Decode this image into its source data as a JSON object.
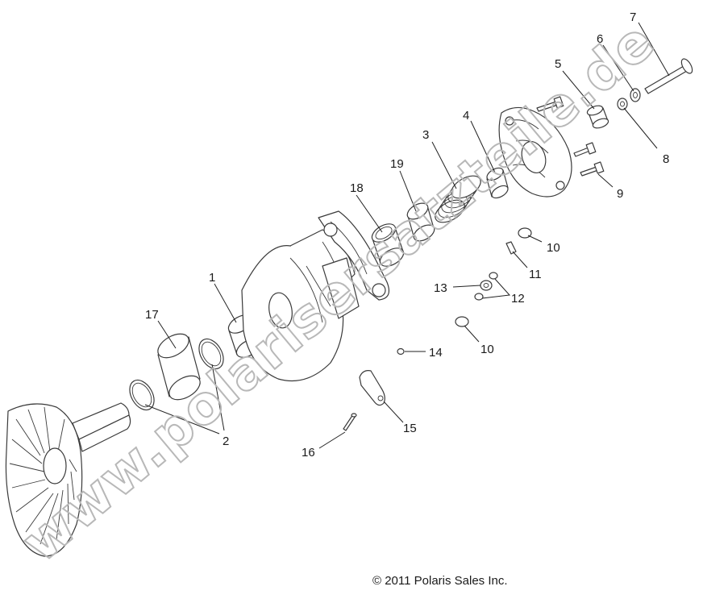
{
  "diagram": {
    "callouts": [
      "1",
      "2",
      "3",
      "4",
      "5",
      "6",
      "7",
      "8",
      "9",
      "10",
      "10",
      "11",
      "12",
      "13",
      "14",
      "15",
      "16",
      "17",
      "18",
      "19"
    ],
    "watermark": "www.polarisersatzteile.de",
    "copyright": "© 2011 Polaris Sales Inc."
  }
}
